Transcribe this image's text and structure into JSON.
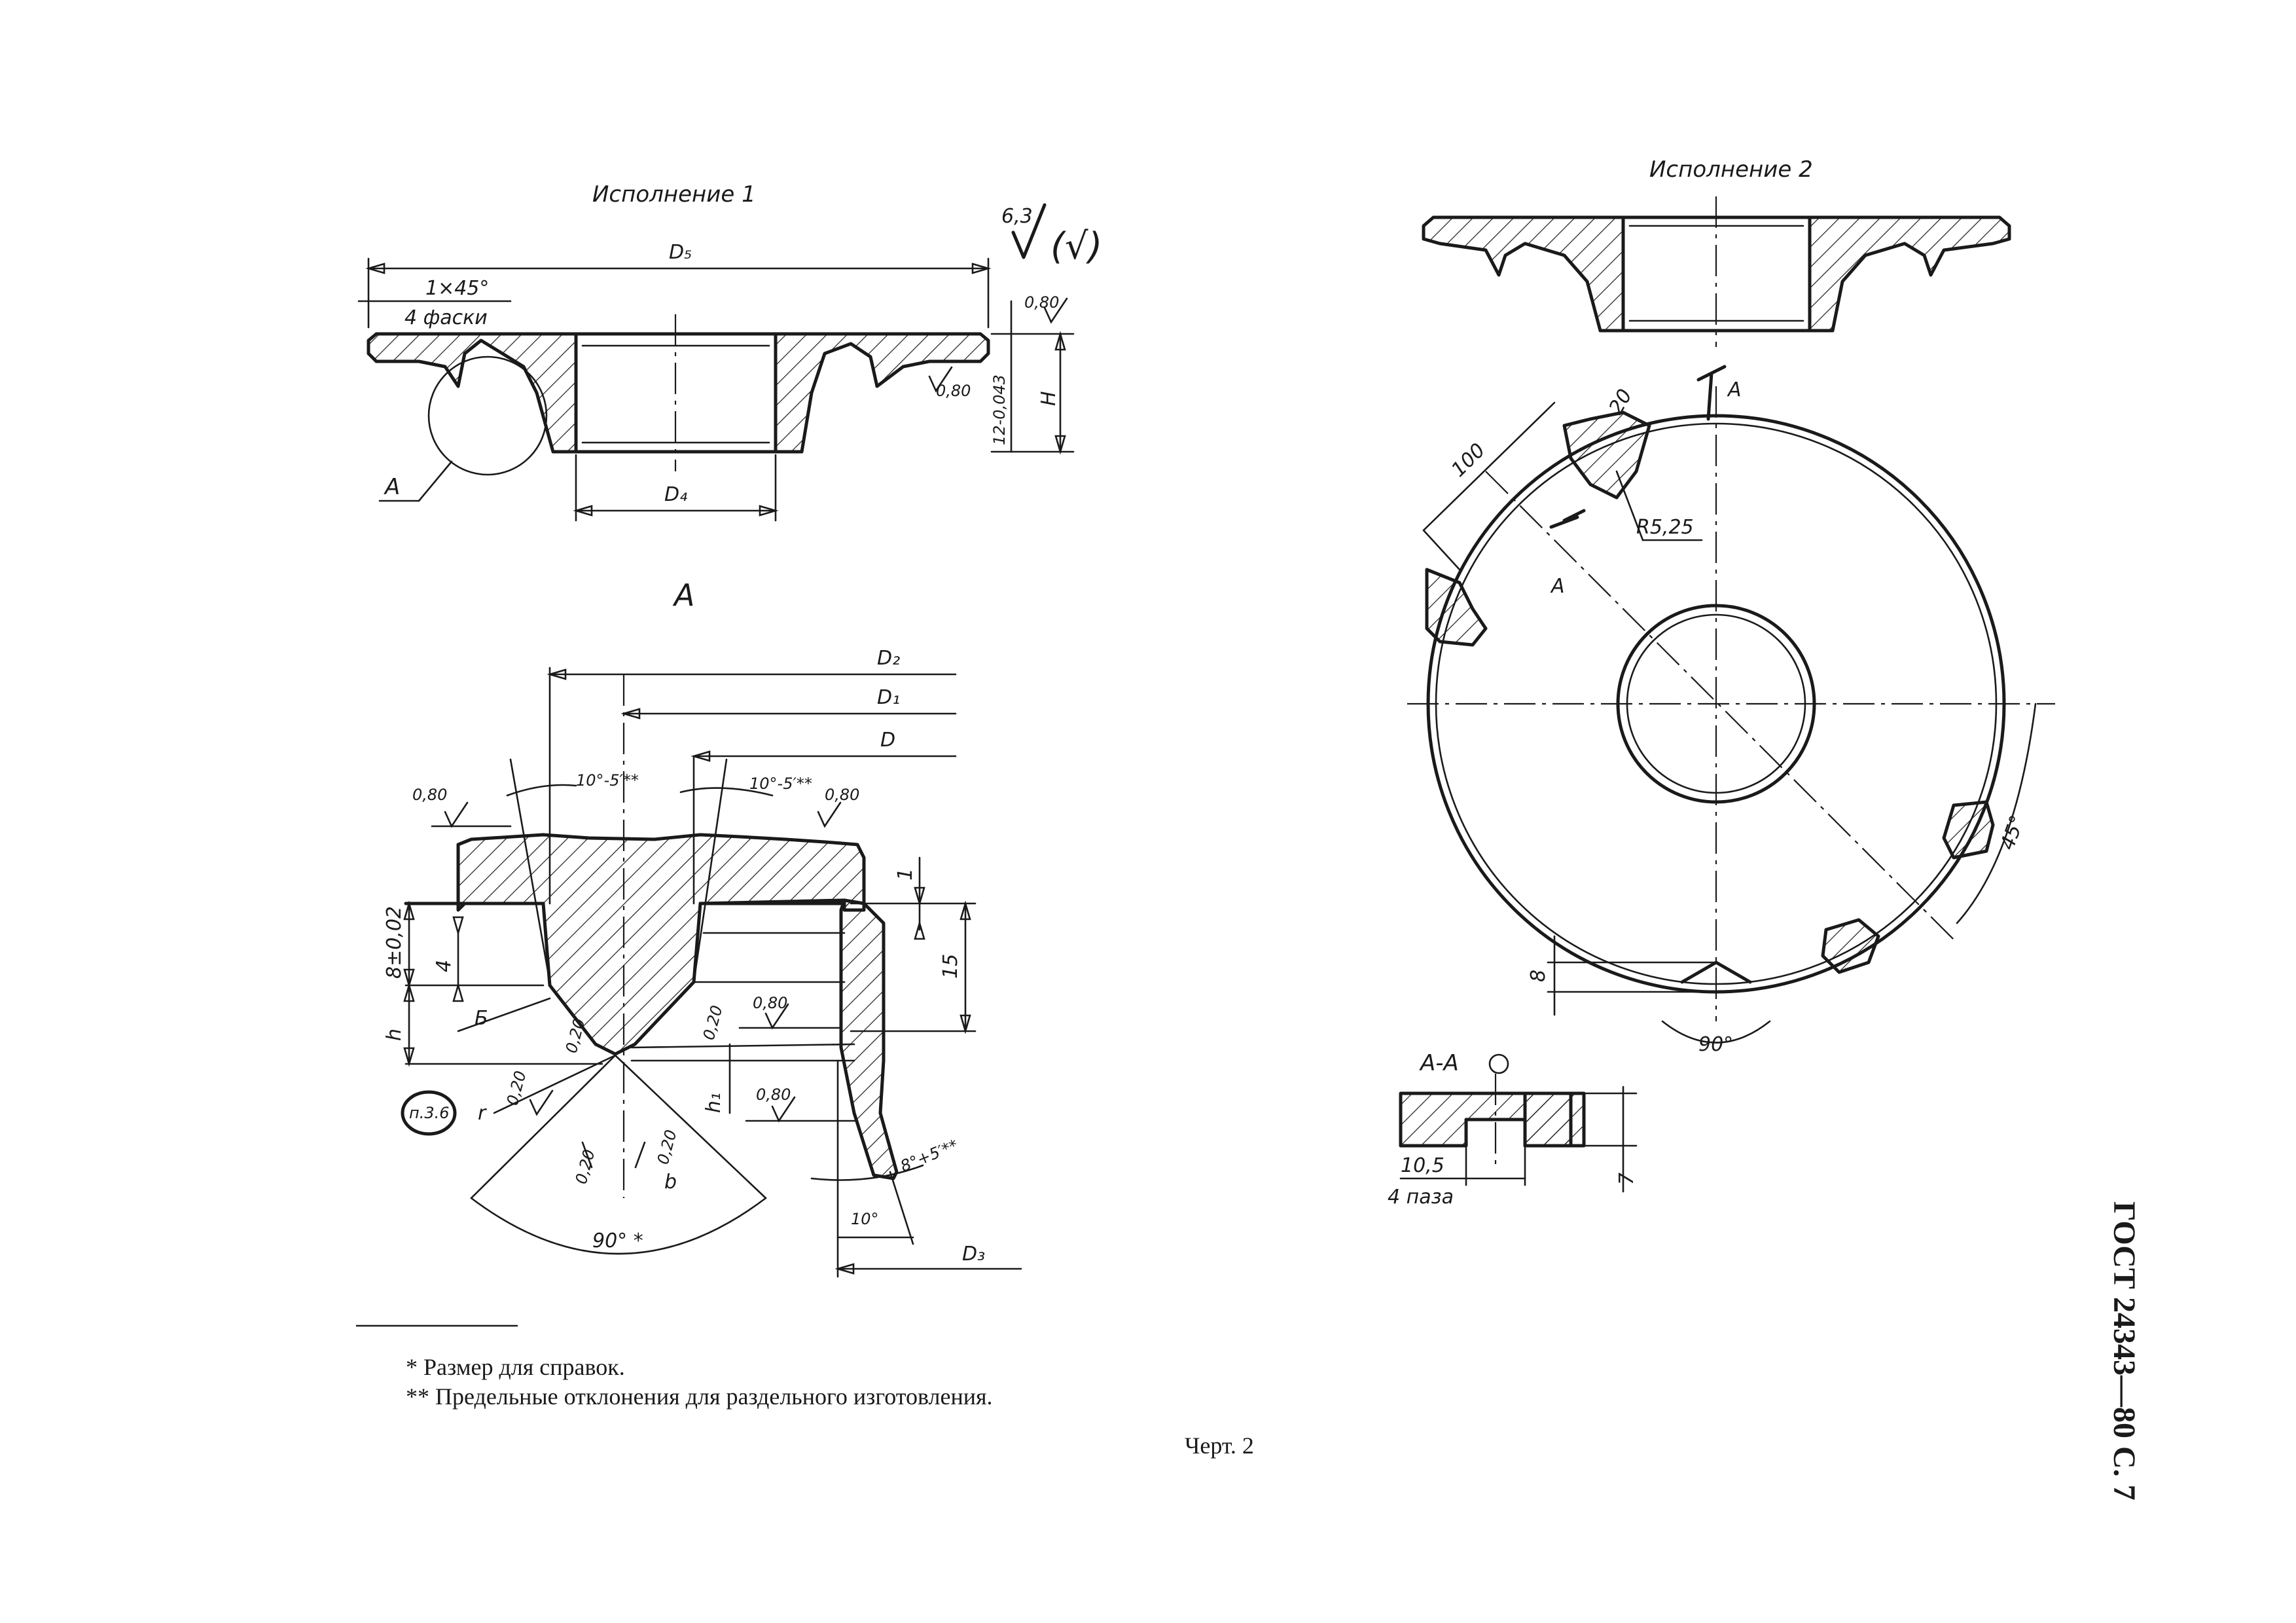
{
  "header": {
    "page_ref": "ГОСТ 24343—80 С. 7"
  },
  "view1": {
    "caption": "Исполнение 1",
    "roughness_main": "6,3",
    "roughness_other": "(√)",
    "dim_D5": "D₅",
    "dim_D4": "D₄",
    "dim_H": "H",
    "dim_height": "12-0,043",
    "chamfer_size": "1×45°",
    "chamfer_count": "4 фаски",
    "roughness_top": "0,80",
    "roughness_side": "0,80",
    "detail_ref": "A"
  },
  "view2": {
    "caption": "Исполнение 2"
  },
  "detail_A": {
    "caption": "A",
    "dim_D2": "D₂",
    "dim_D1": "D₁",
    "dim_D": "D",
    "dim_D3": "D₃",
    "angle_left": "10°-5′**",
    "angle_right": "10°-5′**",
    "rough_080_a": "0,80",
    "rough_080_b": "0,80",
    "rough_080_c": "0,80",
    "rough_080_d": "0,80",
    "rough_020_a": "0,20",
    "rough_020_b": "0,20",
    "rough_020_c": "0,20",
    "rough_020_d": "0,20",
    "rough_020_e": "0,20",
    "dim_8": "8±0,02",
    "dim_4": "4",
    "dim_h": "h",
    "dim_1": "1",
    "dim_15": "15",
    "dim_h1": "h₁",
    "label_B": "Б",
    "label_r": "r",
    "label_b": "b",
    "ref_p36": "п.3.6",
    "angle_90": "90° *",
    "angle_8": "8°+5′**",
    "angle_10": "10°"
  },
  "plan_view": {
    "dim_100": "100",
    "dim_20": "20",
    "section_mark": "A",
    "radius": "R5,25",
    "angle_45": "45°",
    "angle_90": "90°",
    "dim_8": "8"
  },
  "section_AA": {
    "caption": "A-A",
    "dim_105": "10,5",
    "slots": "4 паза",
    "dim_7": "7"
  },
  "footnotes": {
    "note1": "* Размер для справок.",
    "note2": "** Предельные отклонения для раздельного изготовления."
  },
  "figure_label": "Черт. 2"
}
